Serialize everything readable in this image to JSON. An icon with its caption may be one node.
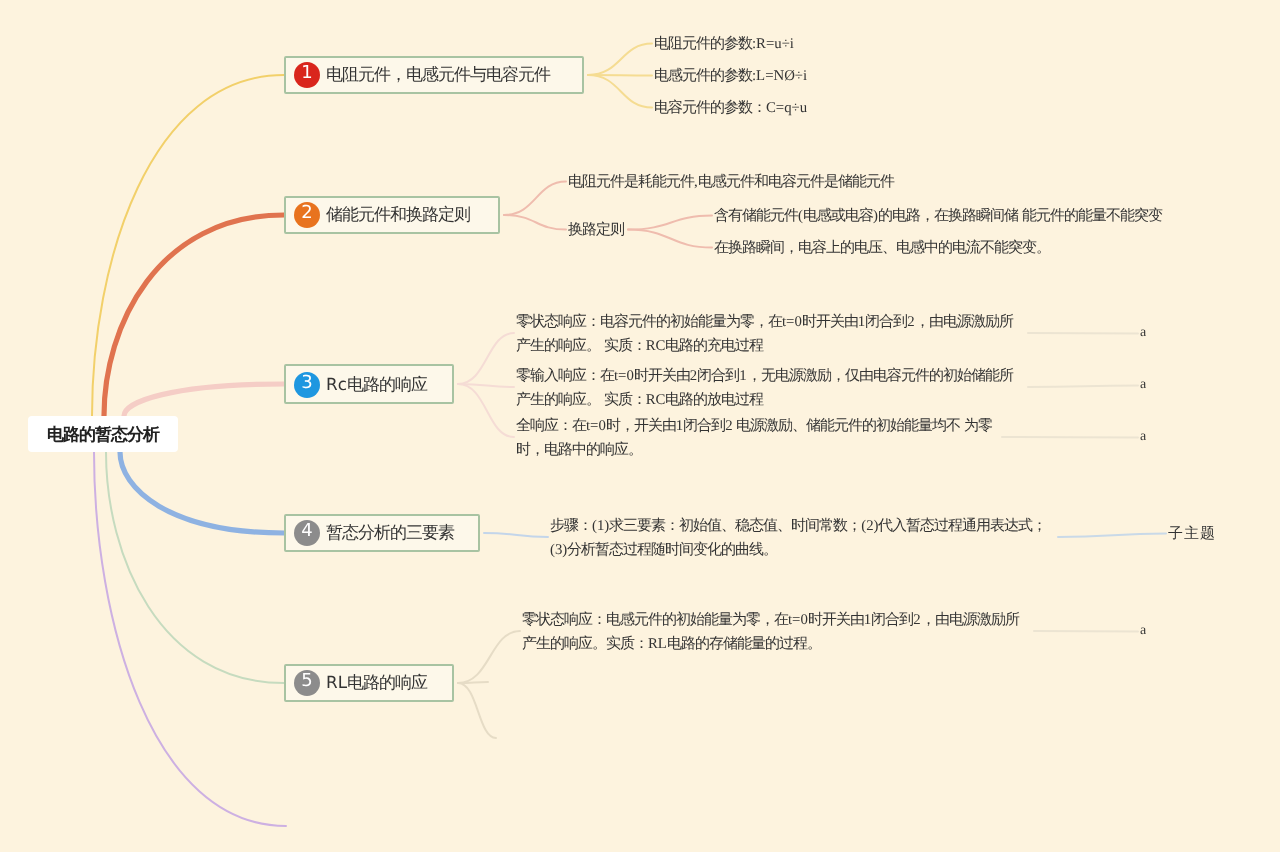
{
  "diagram": {
    "nodes": [
      {
        "text": [
          "电路的暂态分析"
        ]
      },
      {
        "text": [
          "1",
          "电阻元件，电感元件与电容元件"
        ]
      },
      {
        "text": [
          "电阻元件的参数:R=u÷i"
        ]
      },
      {
        "text": [
          "电感元件的参数:L=NØ÷i"
        ]
      },
      {
        "text": [
          "电容元件的参数：C=q÷u"
        ]
      },
      {
        "text": [
          "2",
          "储能元件和换路定则"
        ]
      },
      {
        "text": [
          "电阻元件是耗能元件,电感元件和电容元件是储能元件"
        ]
      },
      {
        "text": [
          "换路定则"
        ]
      },
      {
        "text": [
          "含有储能元件(电感或电容)的电路，在换路瞬间储 能元件的能量不能突变"
        ]
      },
      {
        "text": [
          "在换路瞬间，电容上的电压、电感中的电流不能突变。"
        ]
      },
      {
        "text": [
          "3",
          "Rc电路的响应"
        ]
      },
      {
        "text": [
          "零状态响应：电容元件的初始能量为零，在t=0时开关由1闭合到2，由电源激励所产生的响应。 实质：RC电路的充电过程"
        ]
      },
      {
        "text": [
          "a"
        ]
      },
      {
        "text": [
          "零输入响应：在t=0时开关由2闭合到1，无电源激励，仅由电容元件的初始储能所产生的响应。 实质：RC电路的放电过程"
        ]
      },
      {
        "text": [
          "a"
        ]
      },
      {
        "text": [
          "全响应：在t=0时，开关由1闭合到2 电源激励、储能元件的初始能量均不 为零时，电路中的响应。"
        ]
      },
      {
        "text": [
          "a"
        ]
      },
      {
        "text": [
          "4",
          "暂态分析的三要素"
        ]
      },
      {
        "text": [
          "步骤：(1)求三要素：初始值、稳态值、时间常数；(2)代入暂态过程通用表达式；(3)分析暂态过程随时间变化的曲线。"
        ]
      },
      {
        "text": [
          "子主题"
        ]
      },
      {
        "text": [
          "5",
          "RL电路的响应"
        ]
      },
      {
        "text": [
          "零状态响应：电感元件的初始能量为零，在t=0时开关由1闭合到2，由电源激励所产生的响应。实质：RL电路的存储能量的过程。"
        ]
      },
      {
        "text": [
          "a"
        ]
      }
    ],
    "edges": [
      {
        "from": 0,
        "to": 1,
        "arrow": "none",
        "color": "#f2d06a"
      },
      {
        "from": 0,
        "to": 5,
        "arrow": "none",
        "style": "thick",
        "color": "#e0734f"
      },
      {
        "from": 0,
        "to": 10,
        "arrow": "none",
        "style": "thick",
        "color": "#f5cdc6"
      },
      {
        "from": 0,
        "to": 17,
        "arrow": "none",
        "style": "thick",
        "color": "#8eb2e2"
      },
      {
        "from": 0,
        "to": 20,
        "arrow": "none",
        "color": "#c6dbbf"
      },
      {
        "from": 0,
        "to": null,
        "arrow": "none",
        "color": "#cdb0e2"
      },
      {
        "from": 1,
        "to": 2,
        "arrow": "none",
        "color": "#f5dc92"
      },
      {
        "from": 1,
        "to": 3,
        "arrow": "none",
        "color": "#f5dc92"
      },
      {
        "from": 1,
        "to": 4,
        "arrow": "none",
        "color": "#f5dc92"
      },
      {
        "from": 5,
        "to": 6,
        "arrow": "none",
        "color": "#efbcae"
      },
      {
        "from": 5,
        "to": 7,
        "arrow": "none",
        "color": "#efbcae"
      },
      {
        "from": 7,
        "to": 8,
        "arrow": "none",
        "color": "#efbcae"
      },
      {
        "from": 7,
        "to": 9,
        "arrow": "none",
        "color": "#efbcae"
      },
      {
        "from": 10,
        "to": 11,
        "arrow": "none",
        "color": "#f5dcd5"
      },
      {
        "from": 10,
        "to": 13,
        "arrow": "none",
        "color": "#f5dcd5"
      },
      {
        "from": 10,
        "to": 15,
        "arrow": "none",
        "color": "#f5dcd5"
      },
      {
        "from": 11,
        "to": 12,
        "arrow": "none",
        "color": "#ece4d2"
      },
      {
        "from": 13,
        "to": 14,
        "arrow": "none",
        "color": "#ece4d2"
      },
      {
        "from": 15,
        "to": 16,
        "arrow": "none",
        "color": "#ece4d2"
      },
      {
        "from": 17,
        "to": 18,
        "arrow": "none",
        "color": "#c3d5ea"
      },
      {
        "from": 18,
        "to": 19,
        "arrow": "none",
        "color": "#c9d9e8"
      },
      {
        "from": 20,
        "to": 21,
        "arrow": "none",
        "color": "#e6dcc6"
      },
      {
        "from": 20,
        "to": null,
        "arrow": "none",
        "color": "#e6dcc6"
      },
      {
        "from": 20,
        "to": null,
        "arrow": "none",
        "color": "#e6dcc6"
      },
      {
        "from": 21,
        "to": 22,
        "arrow": "none",
        "color": "#ece4d2"
      }
    ]
  }
}
